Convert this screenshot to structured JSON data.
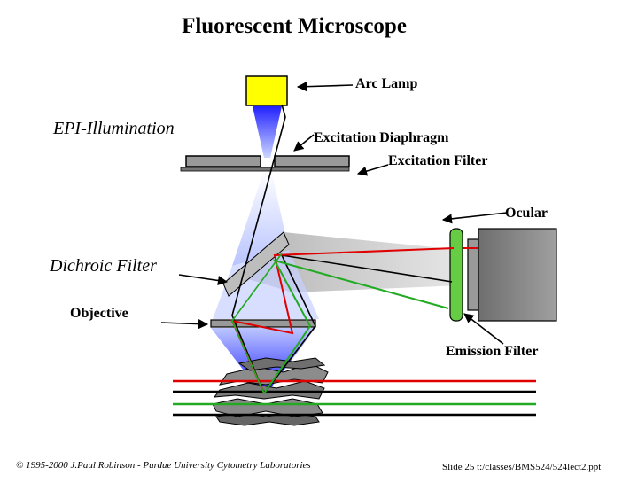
{
  "title": "Fluorescent  Microscope",
  "labels": {
    "arc_lamp": "Arc Lamp",
    "epi_illumination": "EPI-Illumination",
    "excitation_diaphragm": "Excitation Diaphragm",
    "excitation_filter": "Excitation Filter",
    "ocular": "Ocular",
    "dichroic_filter": "Dichroic Filter",
    "objective": "Objective",
    "emission_filter": "Emission Filter"
  },
  "footer": {
    "copyright": "© 1995-2000 J.Paul Robinson - Purdue University Cytometry Laboratories",
    "slide": "Slide 25  t:/classes/BMS524/524lect2.ppt"
  },
  "colors": {
    "lamp": "#ffff00",
    "excitation_beam": "#2222ff",
    "emission_beam": "#b8b8b8",
    "red_light": "#e00000",
    "green_light": "#22aa22",
    "emission_filter": "#66cc44",
    "ocular": "#888888",
    "filter_plate": "#999999",
    "specimen": "#777777"
  }
}
